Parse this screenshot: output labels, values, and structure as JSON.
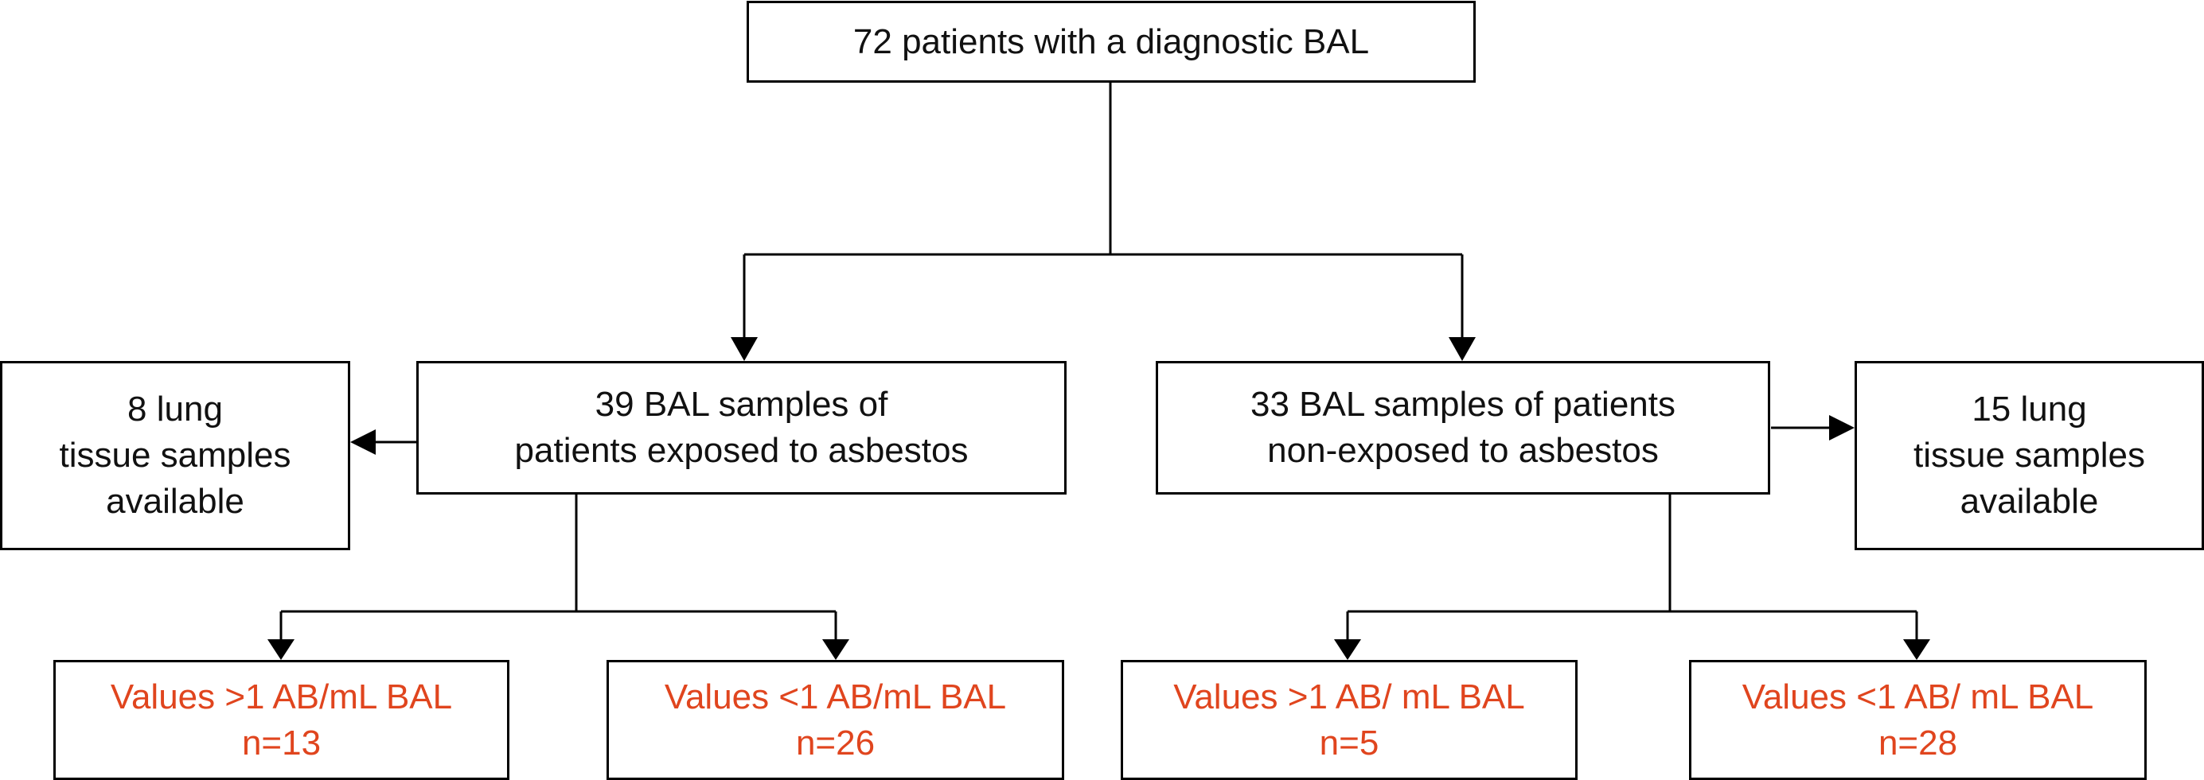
{
  "root": {
    "label": "72 patients with a diagnostic BAL"
  },
  "exposed": {
    "line1": "39 BAL samples of",
    "line2": "patients exposed to asbestos"
  },
  "non_exposed": {
    "line1": "33 BAL samples of patients",
    "line2": "non-exposed to asbestos"
  },
  "exposed_tissue": {
    "line1": "8 lung",
    "line2": "tissue samples",
    "line3": "available"
  },
  "non_exposed_tissue": {
    "line1": "15 lung",
    "line2": "tissue samples",
    "line3": "available"
  },
  "exposed_high": {
    "line1": "Values >1 AB/mL BAL",
    "line2": "n=13"
  },
  "exposed_low": {
    "line1": "Values <1 AB/mL BAL",
    "line2": "n=26"
  },
  "non_exposed_high": {
    "line1": "Values >1 AB/ mL BAL",
    "line2": "n=5"
  },
  "non_exposed_low": {
    "line1": "Values <1 AB/ mL BAL",
    "line2": "n=28"
  },
  "colors": {
    "outcome_text": "#e0451e",
    "lines": "#000000"
  }
}
